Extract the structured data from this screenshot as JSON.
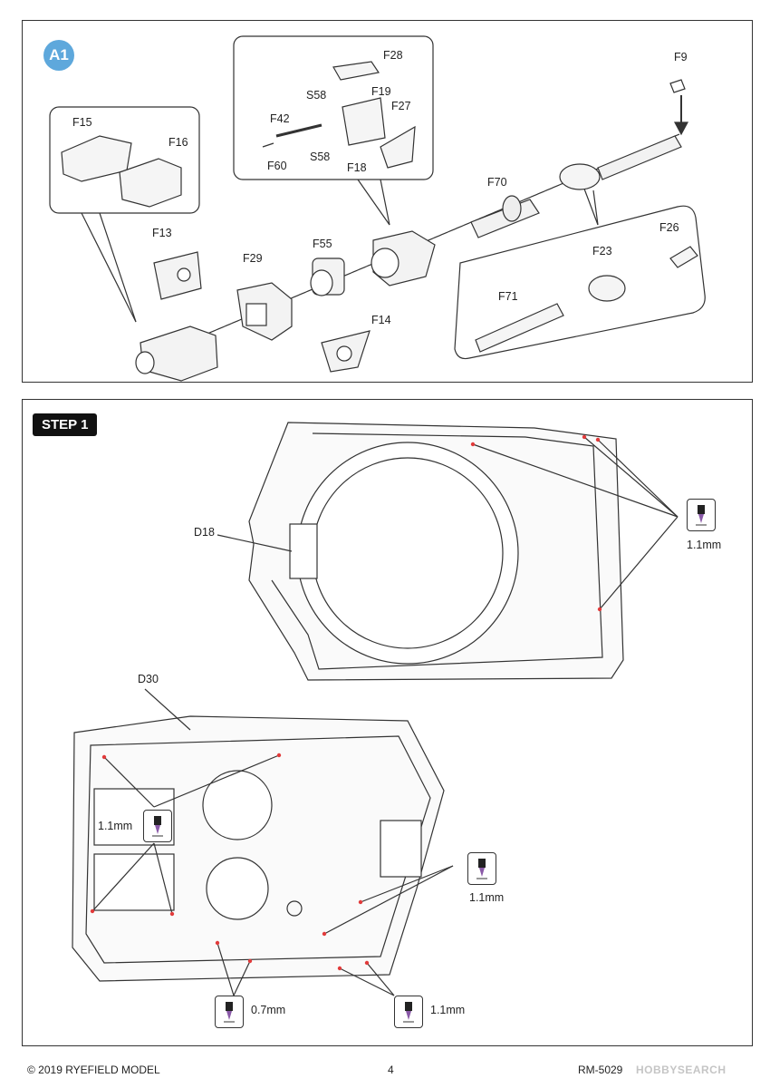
{
  "a1": {
    "badge": "A1",
    "parts": [
      "F28",
      "S58",
      "F19",
      "F42",
      "F27",
      "F60",
      "S58",
      "F18",
      "F15",
      "F16",
      "F13",
      "F29",
      "F55",
      "F14",
      "F70",
      "F9",
      "F26",
      "F23",
      "F71"
    ]
  },
  "step1": {
    "badge": "STEP 1",
    "parts": [
      "D18",
      "D30"
    ],
    "drills": [
      "1.1mm",
      "1.1mm",
      "1.1mm",
      "0.7mm",
      "1.1mm"
    ]
  },
  "footer": {
    "copyright": "© 2019 RYEFIELD MODEL",
    "page": "4",
    "product_code": "RM-5029"
  },
  "watermark": "HOBBYSEARCH",
  "colors": {
    "badge_a1": "#5ea8dc",
    "badge_step": "#111111",
    "drill_point": "#e23b3b",
    "glue_tint": "#8a5aa8"
  },
  "icons": [
    "drill-bit-icon"
  ]
}
